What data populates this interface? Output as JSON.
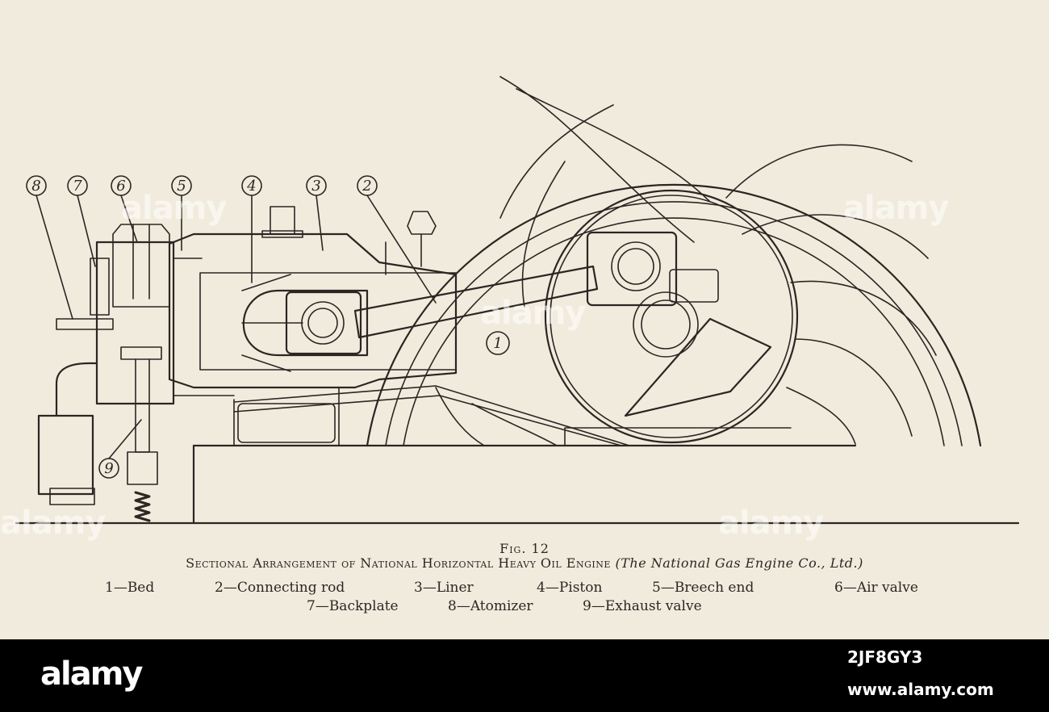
{
  "figure": {
    "number": "Fig. 12",
    "title_main": "Sectional Arrangement of National Horizontal Heavy Oil Engine",
    "title_credit": "(The National Gas Engine Co., Ltd.)"
  },
  "callouts": [
    {
      "num": "8"
    },
    {
      "num": "7"
    },
    {
      "num": "6"
    },
    {
      "num": "5"
    },
    {
      "num": "4"
    },
    {
      "num": "3"
    },
    {
      "num": "2"
    },
    {
      "num": "9"
    },
    {
      "num": "1"
    }
  ],
  "legend": [
    {
      "label": "1—Bed"
    },
    {
      "label": "2—Connecting rod"
    },
    {
      "label": "3—Liner"
    },
    {
      "label": "4—Piston"
    },
    {
      "label": "5—Breech end"
    },
    {
      "label": "6—Air valve"
    },
    {
      "label": "7—Backplate"
    },
    {
      "label": "8—Atomizer"
    },
    {
      "label": "9—Exhaust valve"
    }
  ],
  "watermark": {
    "text": "alamy",
    "image_id": "2JF8GY3",
    "url": "www.alamy.com"
  },
  "colors": {
    "paper": "#f1ebde",
    "ink": "#2b2622",
    "bar": "#000000"
  }
}
